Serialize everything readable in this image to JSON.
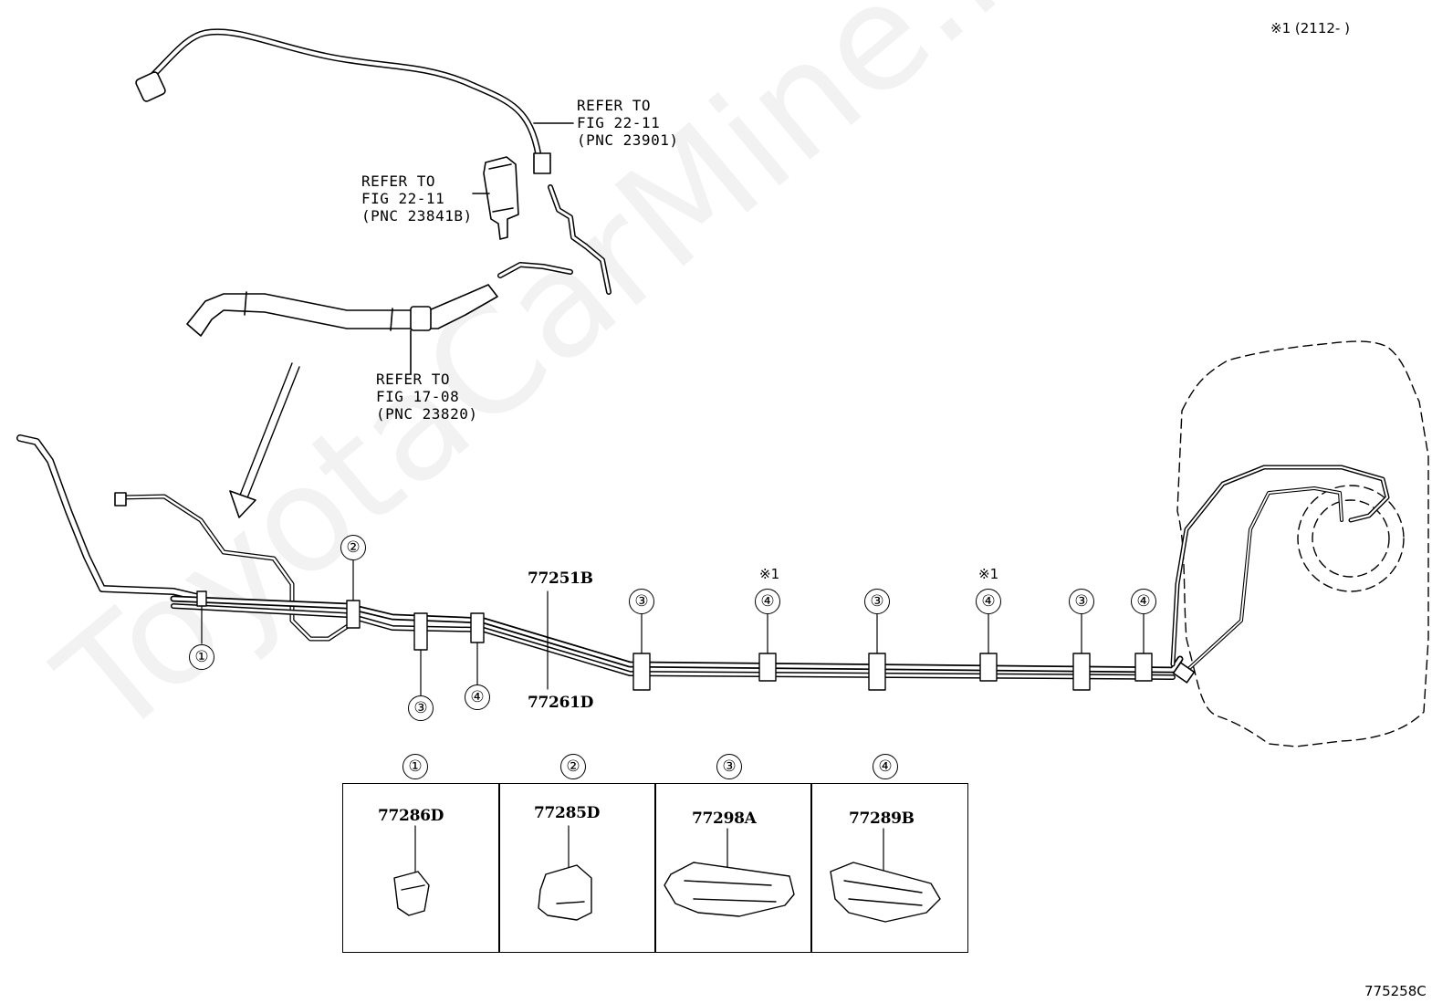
{
  "header_note": "※1 (2112-      )",
  "figure_code": "775258C",
  "watermark": "ToyotaCarMine.ru",
  "refs": {
    "ref1": "REFER TO\nFIG 22-11\n(PNC 23901)",
    "ref2": "REFER TO\nFIG 22-11\n(PNC 23841B)",
    "ref3": "REFER TO\nFIG 17-08\n(PNC 23820)"
  },
  "tube_parts": {
    "upper": "77251B",
    "lower": "77261D"
  },
  "footnote_marker": "※1",
  "clamp_markers": {
    "c1": "①",
    "c2": "②",
    "c3a": "③",
    "c4a": "④",
    "c3b": "③",
    "c4b": "④",
    "c3c": "③",
    "c4c": "④",
    "c3d": "③",
    "c4d": "④"
  },
  "legend": [
    {
      "marker": "①",
      "part": "77286D"
    },
    {
      "marker": "②",
      "part": "77285D"
    },
    {
      "marker": "③",
      "part": "77298A"
    },
    {
      "marker": "④",
      "part": "77289B"
    }
  ]
}
